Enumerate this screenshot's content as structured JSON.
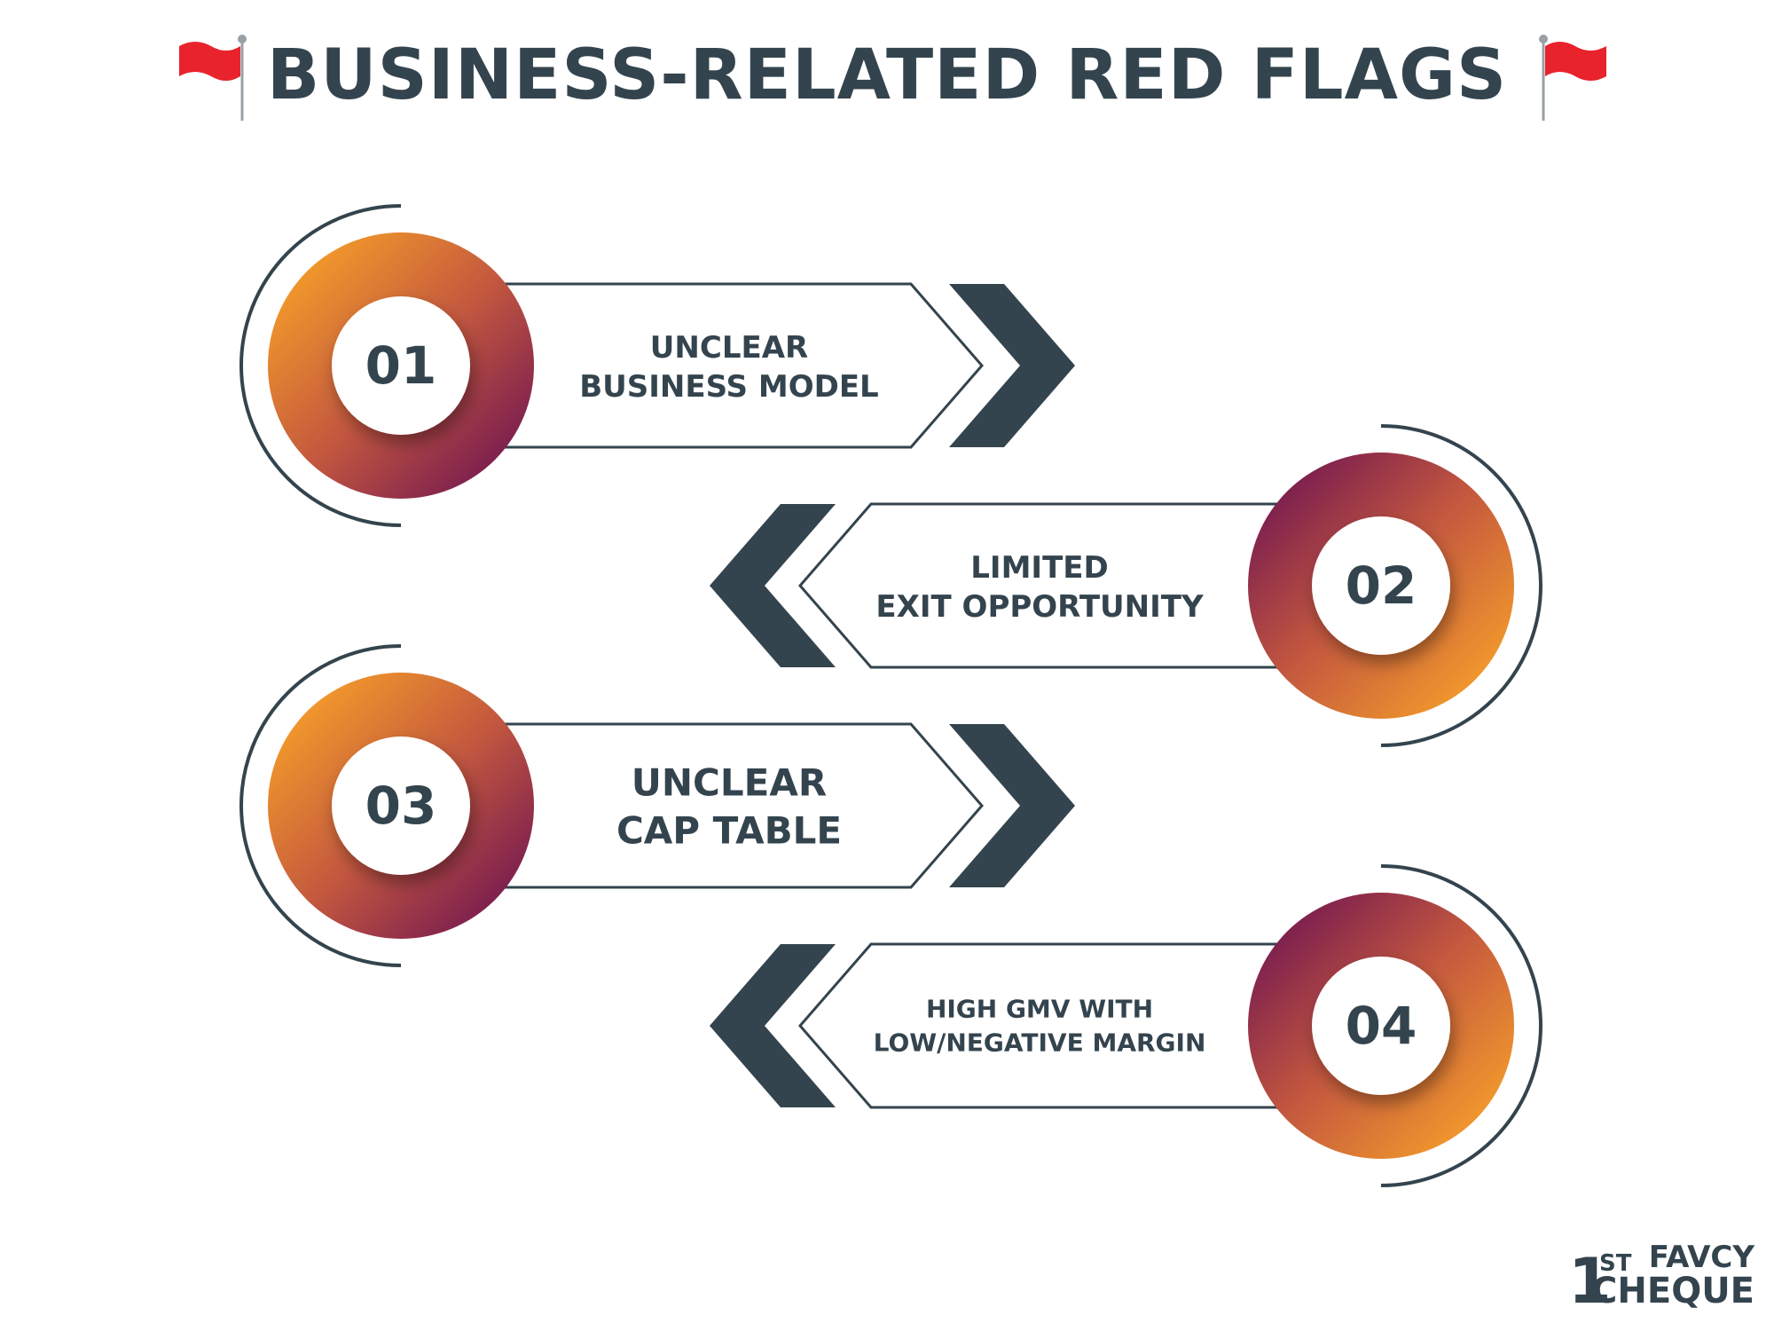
{
  "title": "BUSINESS-RELATED RED FLAGS",
  "colors": {
    "dark": "#34444e",
    "flag_red": "#e8232c",
    "gradient_orange": "#f39a2b",
    "gradient_purple": "#7a1d4f"
  },
  "icons": {
    "title_left": "red-flag-icon",
    "title_right": "red-flag-icon"
  },
  "items": [
    {
      "number": "01",
      "lines": [
        "UNCLEAR",
        "BUSINESS MODEL"
      ],
      "direction": "right"
    },
    {
      "number": "02",
      "lines": [
        "LIMITED",
        "EXIT OPPORTUNITY"
      ],
      "direction": "left"
    },
    {
      "number": "03",
      "lines": [
        "UNCLEAR",
        "CAP TABLE"
      ],
      "direction": "right"
    },
    {
      "number": "04",
      "lines": [
        "HIGH GMV WITH",
        "LOW/NEGATIVE MARGIN"
      ],
      "direction": "left"
    }
  ],
  "logo": {
    "one": "1",
    "st": "ST",
    "favcy": "FAVCY",
    "cheque": "CHEQUE"
  }
}
